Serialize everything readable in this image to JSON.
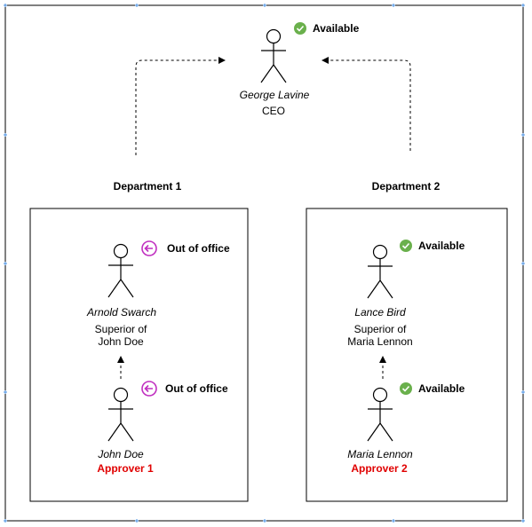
{
  "ceo": {
    "name": "George Lavine",
    "title": "CEO",
    "status": "Available",
    "status_icon": "check-circle-icon"
  },
  "departments": [
    {
      "label": "Department 1",
      "superior": {
        "name": "Arnold Swarch",
        "role_line1": "Superior of",
        "role_line2": "John Doe",
        "status": "Out of office",
        "status_icon": "out-of-office-icon"
      },
      "approver": {
        "name": "John Doe",
        "label": "Approver 1",
        "status": "Out of office",
        "status_icon": "out-of-office-icon"
      }
    },
    {
      "label": "Department 2",
      "superior": {
        "name": "Lance Bird",
        "role_line1": "Superior of",
        "role_line2": "Maria Lennon",
        "status": "Available",
        "status_icon": "check-circle-icon"
      },
      "approver": {
        "name": "Maria Lennon",
        "label": "Approver 2",
        "status": "Available",
        "status_icon": "check-circle-icon"
      }
    }
  ],
  "colors": {
    "available": "#6ab04c",
    "out_of_office": "#c02fc0",
    "approver": "#e00000",
    "selection_handle": "#4a90e2"
  }
}
